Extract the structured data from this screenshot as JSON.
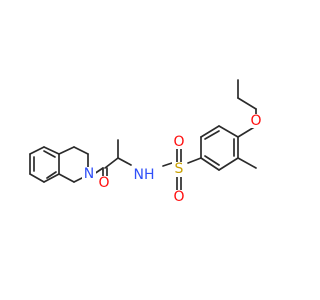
{
  "atoms": {
    "amide_n": {
      "text": "N",
      "color": "#3050f8"
    },
    "carbonyl_o": {
      "text": "O",
      "color": "#ff0d0d"
    },
    "sulfonamide_nh": {
      "text": "NH",
      "color": "#3050f8"
    },
    "sulfur": {
      "text": "S",
      "color": "#c8a000"
    },
    "sulfonyl_o_top": {
      "text": "O",
      "color": "#ff0d0d"
    },
    "sulfonyl_o_bottom": {
      "text": "O",
      "color": "#ff0d0d"
    },
    "ether_o": {
      "text": "O",
      "color": "#ff0d0d"
    }
  },
  "bond_color": "#2b2b2b"
}
